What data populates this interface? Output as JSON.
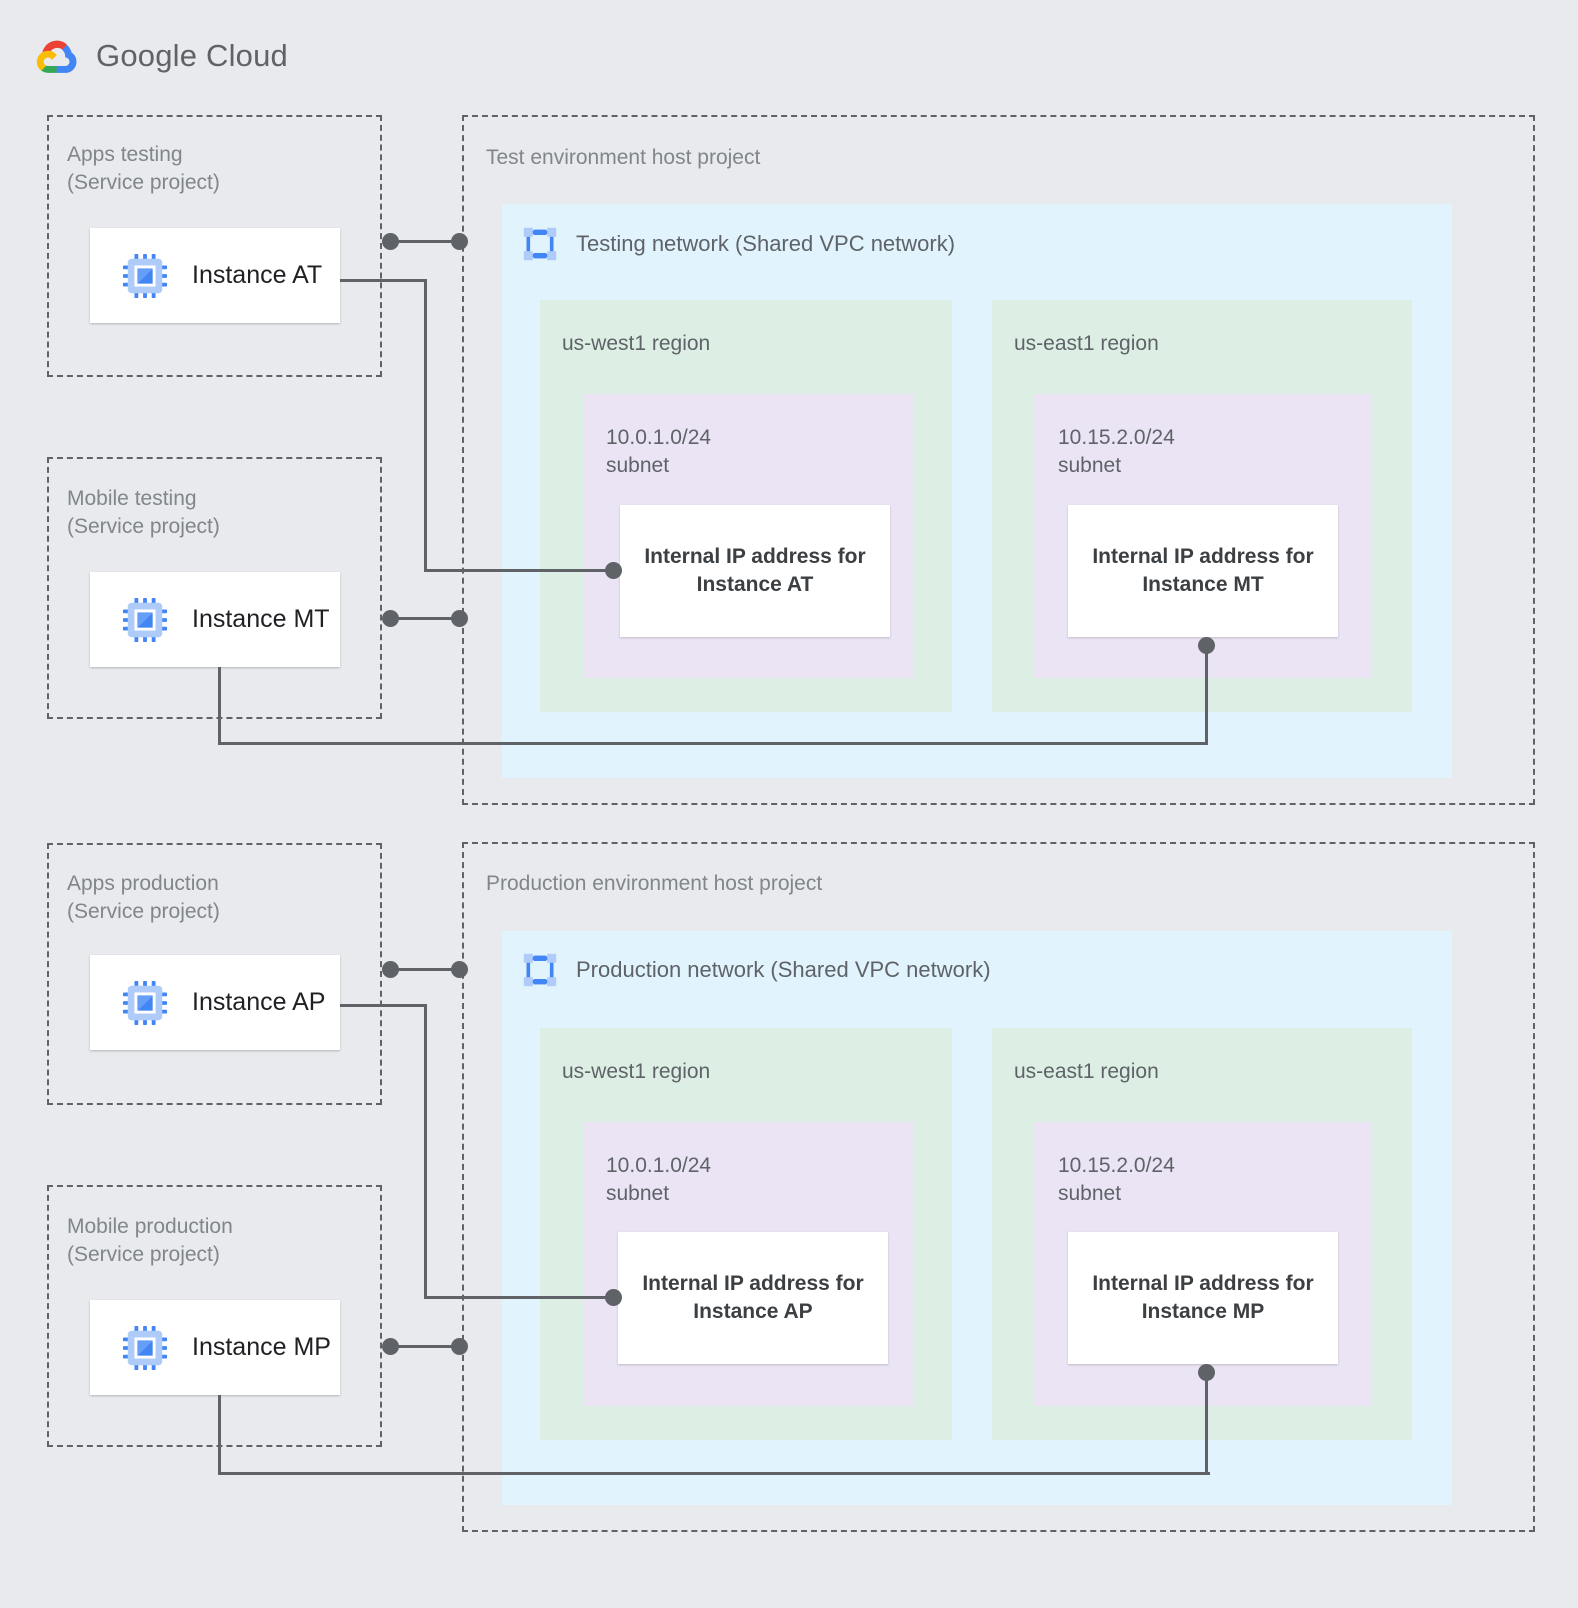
{
  "brand": {
    "name_bold": "Google",
    "name_light": " Cloud",
    "logo_icon": "google-cloud-logo",
    "colors": {
      "red": "#ea4335",
      "blue": "#4285f4",
      "yellow": "#fbbc04",
      "green": "#34a853"
    }
  },
  "palette": {
    "background": "#e8eaed",
    "network_fill": "#e1f3fd",
    "region_fill": "#ddefe4",
    "subnet_fill": "#ebe4f4",
    "box_fill": "#ffffff",
    "wire": "#5f6368",
    "label_gray": "#80868b",
    "text_gray": "#5f6368",
    "icon_blue": "#4285f4",
    "icon_blue_light": "#aecbfa"
  },
  "service_projects": [
    {
      "id": "apps-testing",
      "title": "Apps testing\n(Service project)",
      "instance": {
        "label": "Instance AT",
        "icon": "compute-instance-icon"
      }
    },
    {
      "id": "mobile-testing",
      "title": "Mobile testing\n(Service project)",
      "instance": {
        "label": "Instance MT",
        "icon": "compute-instance-icon"
      }
    },
    {
      "id": "apps-production",
      "title": "Apps production\n(Service project)",
      "instance": {
        "label": "Instance AP",
        "icon": "compute-instance-icon"
      }
    },
    {
      "id": "mobile-production",
      "title": "Mobile production\n(Service project)",
      "instance": {
        "label": "Instance MP",
        "icon": "compute-instance-icon"
      }
    }
  ],
  "host_projects": [
    {
      "id": "test-host",
      "title": "Test environment host project",
      "network": {
        "title": "Testing network (Shared VPC network)",
        "icon": "vpc-network-icon",
        "regions": [
          {
            "id": "test-us-west1",
            "label": "us-west1 region",
            "subnet": {
              "label": "10.0.1.0/24\nsubnet",
              "ip_box": "Internal IP address for\nInstance AT"
            }
          },
          {
            "id": "test-us-east1",
            "label": "us-east1 region",
            "subnet": {
              "label": "10.15.2.0/24\nsubnet",
              "ip_box": "Internal IP address for\nInstance MT"
            }
          }
        ]
      }
    },
    {
      "id": "production-host",
      "title": "Production environment host project",
      "network": {
        "title": "Production network (Shared VPC network)",
        "icon": "vpc-network-icon",
        "regions": [
          {
            "id": "prod-us-west1",
            "label": "us-west1 region",
            "subnet": {
              "label": "10.0.1.0/24\nsubnet",
              "ip_box": "Internal IP address for\nInstance AP"
            }
          },
          {
            "id": "prod-us-east1",
            "label": "us-east1 region",
            "subnet": {
              "label": "10.15.2.0/24\nsubnet",
              "ip_box": "Internal IP address for\nInstance MP"
            }
          }
        ]
      }
    }
  ],
  "connections": [
    {
      "from": "Instance AT",
      "to": "Internal IP address for Instance AT"
    },
    {
      "from": "Instance MT",
      "to": "Internal IP address for Instance MT"
    },
    {
      "from": "Instance AP",
      "to": "Internal IP address for Instance AP"
    },
    {
      "from": "Instance MP",
      "to": "Internal IP address for Instance MP"
    }
  ]
}
